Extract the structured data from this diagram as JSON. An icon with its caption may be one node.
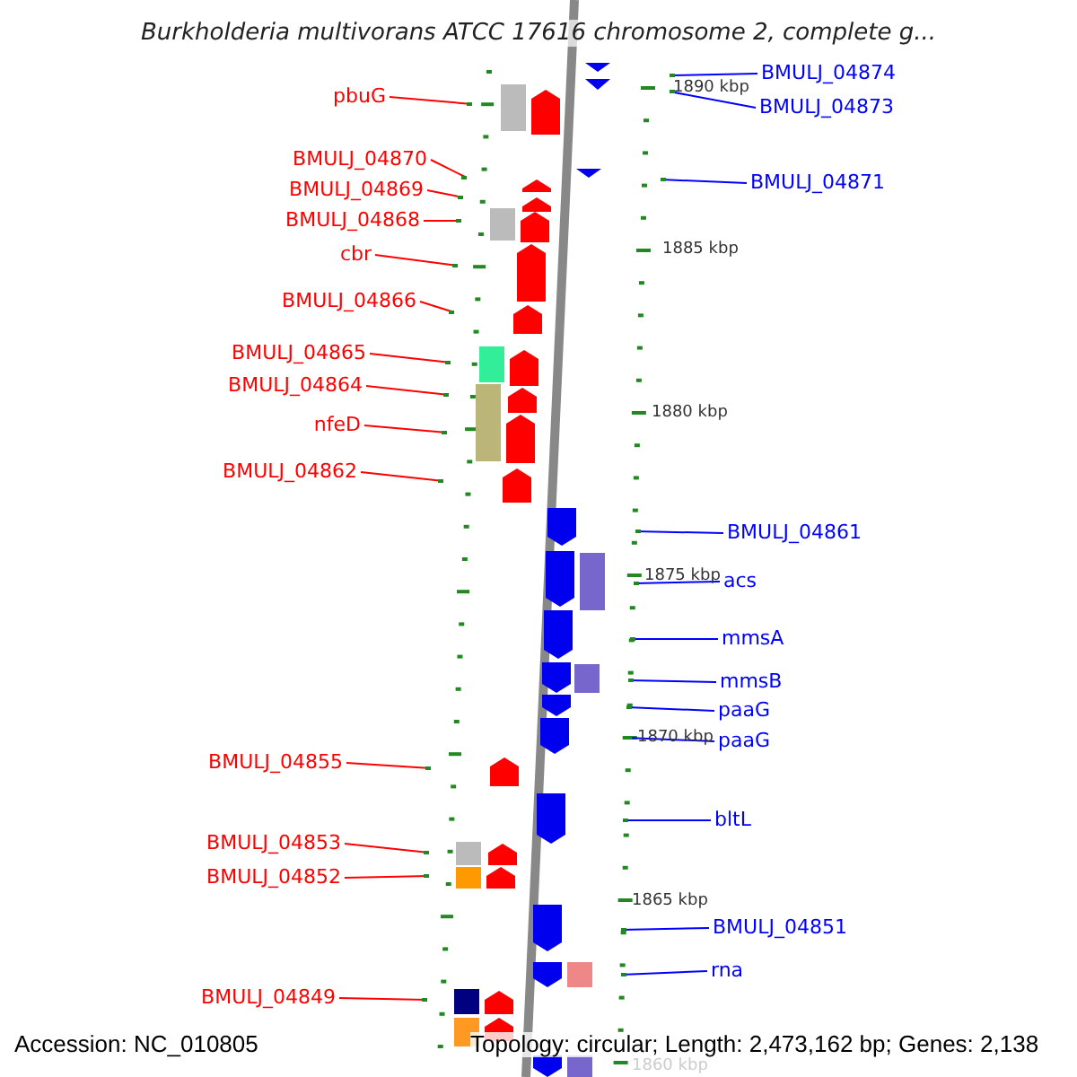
{
  "diagram": {
    "title": "Burkholderia multivorans ATCC 17616 chromosome 2, complete g...",
    "nodes": [
      {
        "text": [
          "pbuG"
        ]
      },
      {
        "text": [
          "BMULJ_04870"
        ]
      },
      {
        "text": [
          "BMULJ_04869"
        ]
      },
      {
        "text": [
          "BMULJ_04868"
        ]
      },
      {
        "text": [
          "cbr"
        ]
      },
      {
        "text": [
          "BMULJ_04866"
        ]
      },
      {
        "text": [
          "BMULJ_04865"
        ]
      },
      {
        "text": [
          "BMULJ_04864"
        ]
      },
      {
        "text": [
          "nfeD"
        ]
      },
      {
        "text": [
          "BMULJ_04862"
        ]
      },
      {
        "text": [
          "BMULJ_04855"
        ]
      },
      {
        "text": [
          "BMULJ_04853"
        ]
      },
      {
        "text": [
          "BMULJ_04852"
        ]
      },
      {
        "text": [
          "BMULJ_04849"
        ]
      },
      {
        "text": [
          "BMULJ_04874"
        ]
      },
      {
        "text": [
          "BMULJ_04873"
        ]
      },
      {
        "text": [
          "BMULJ_04871"
        ]
      },
      {
        "text": [
          "BMULJ_04861"
        ]
      },
      {
        "text": [
          "acs"
        ]
      },
      {
        "text": [
          "mmsA"
        ]
      },
      {
        "text": [
          "mmsB"
        ]
      },
      {
        "text": [
          "paaG"
        ]
      },
      {
        "text": [
          "paaG"
        ]
      },
      {
        "text": [
          "bltL"
        ]
      },
      {
        "text": [
          "BMULJ_04851"
        ]
      },
      {
        "text": [
          "rna"
        ]
      },
      {
        "text": [],
        "shape": "bar"
      },
      {
        "text": [],
        "shape": "bar"
      },
      {
        "text": [],
        "shape": "bar"
      },
      {
        "text": [],
        "shape": "bar"
      },
      {
        "text": [],
        "shape": "bar"
      },
      {
        "text": [],
        "shape": "bar"
      },
      {
        "text": [],
        "shape": "bar"
      },
      {
        "text": [],
        "shape": "bar"
      },
      {
        "text": [],
        "shape": "bar"
      },
      {
        "text": [],
        "shape": "bar"
      },
      {
        "text": [],
        "shape": "bar"
      },
      {
        "text": [],
        "shape": "bar"
      },
      {
        "text": [],
        "shape": "bar"
      },
      {
        "text": [],
        "shape": "bar"
      },
      {
        "text": [],
        "shape": "bar"
      },
      {
        "text": [],
        "shape": "bar"
      },
      {
        "text": [],
        "shape": "bar"
      },
      {
        "text": [],
        "shape": "bar"
      },
      {
        "text": [],
        "shape": "bar"
      },
      {
        "text": [],
        "shape": "bar"
      },
      {
        "text": [],
        "shape": "bar"
      },
      {
        "text": [],
        "shape": "bar"
      },
      {
        "text": [],
        "shape": "bar"
      },
      {
        "text": [],
        "shape": "bar"
      },
      {
        "text": [],
        "shape": "bar"
      },
      {
        "text": [],
        "shape": "bar"
      }
    ],
    "edges": [
      {
        "from": 0,
        "to": 26,
        "arrow": "none"
      },
      {
        "from": 1,
        "to": 27,
        "arrow": "none"
      },
      {
        "from": 2,
        "to": 28,
        "arrow": "none"
      },
      {
        "from": 3,
        "to": 29,
        "arrow": "none"
      },
      {
        "from": 4,
        "to": 30,
        "arrow": "none"
      },
      {
        "from": 5,
        "to": 31,
        "arrow": "none"
      },
      {
        "from": 6,
        "to": 32,
        "arrow": "none"
      },
      {
        "from": 7,
        "to": 33,
        "arrow": "none"
      },
      {
        "from": 8,
        "to": 34,
        "arrow": "none"
      },
      {
        "from": 9,
        "to": 35,
        "arrow": "none"
      },
      {
        "from": 10,
        "to": 36,
        "arrow": "none"
      },
      {
        "from": 11,
        "to": 37,
        "arrow": "none"
      },
      {
        "from": 12,
        "to": 38,
        "arrow": "none"
      },
      {
        "from": 13,
        "to": 39,
        "arrow": "none"
      },
      {
        "from": 14,
        "to": 40,
        "arrow": "none",
        "color": "#0000ff"
      },
      {
        "from": 15,
        "to": 41,
        "arrow": "none",
        "color": "#0000ff"
      },
      {
        "from": 16,
        "to": 42,
        "arrow": "none",
        "color": "#0000ff"
      },
      {
        "from": 17,
        "to": 43,
        "arrow": "none",
        "color": "#0000ff"
      },
      {
        "from": 18,
        "to": 44,
        "arrow": "none",
        "color": "#0000ff"
      },
      {
        "from": 19,
        "to": 45,
        "arrow": "none",
        "color": "#0000ff"
      },
      {
        "from": 20,
        "to": 46,
        "arrow": "none",
        "color": "#0000ff"
      },
      {
        "from": 21,
        "to": 47,
        "arrow": "none",
        "color": "#0000ff"
      },
      {
        "from": 22,
        "to": 48,
        "arrow": "none",
        "color": "#0000ff"
      },
      {
        "from": 23,
        "to": 49,
        "arrow": "none",
        "color": "#0000ff"
      },
      {
        "from": 24,
        "to": 50,
        "arrow": "none",
        "color": "#0000ff"
      },
      {
        "from": 25,
        "to": 51,
        "arrow": "none",
        "color": "#0000ff"
      }
    ],
    "labels": [
      "1890 kbp",
      "1885 kbp",
      "1880 kbp",
      "1875 kbp",
      "1870 kbp",
      "1865 kbp",
      "1860 kbp",
      "Accession: NC_010805",
      "Topology: circular; Length: 2,473,162 bp; Genes: 2,138"
    ]
  }
}
